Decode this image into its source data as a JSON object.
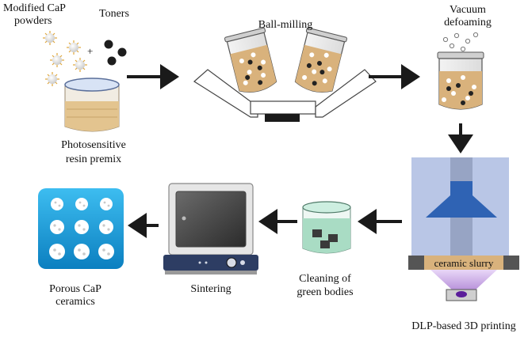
{
  "labels": {
    "modified_cap_line1": "Modified CaP",
    "modified_cap_line2": "powders",
    "toners": "Toners",
    "plus": "+",
    "photosensitive_line1": "Photosensitive",
    "photosensitive_line2": "resin premix",
    "ball_milling": "Ball-milling",
    "vacuum_line1": "Vacuum",
    "vacuum_line2": "defoaming",
    "ceramic_slurry": "ceramic slurry",
    "dlp_printing": "DLP-based 3D printing",
    "cleaning_line1": "Cleaning of",
    "cleaning_line2": "green bodies",
    "sintering": "Sintering",
    "porous_line1": "Porous CaP",
    "porous_line2": "ceramics"
  },
  "icons": [
    "cap-powder-icon",
    "toner-icon",
    "resin-beaker-icon",
    "ball-mill-jar-icon",
    "ball-mill-stand-icon",
    "vacuum-jar-icon",
    "dlp-printer-icon",
    "cleaning-beaker-icon",
    "sintering-furnace-icon",
    "porous-ceramics-icon",
    "flow-arrow-icon"
  ],
  "colors": {
    "arrow": "#1a1a1a",
    "slurry": "#d9b27c",
    "resin": "#e3c48f",
    "printer_panel": "#b9c6e6",
    "printer_head": "#2f63b4",
    "uv_light": "#c9a8e8",
    "ceramics_tile": "#1aa0d8",
    "cleaning_liquid": "#a9dcc4"
  }
}
